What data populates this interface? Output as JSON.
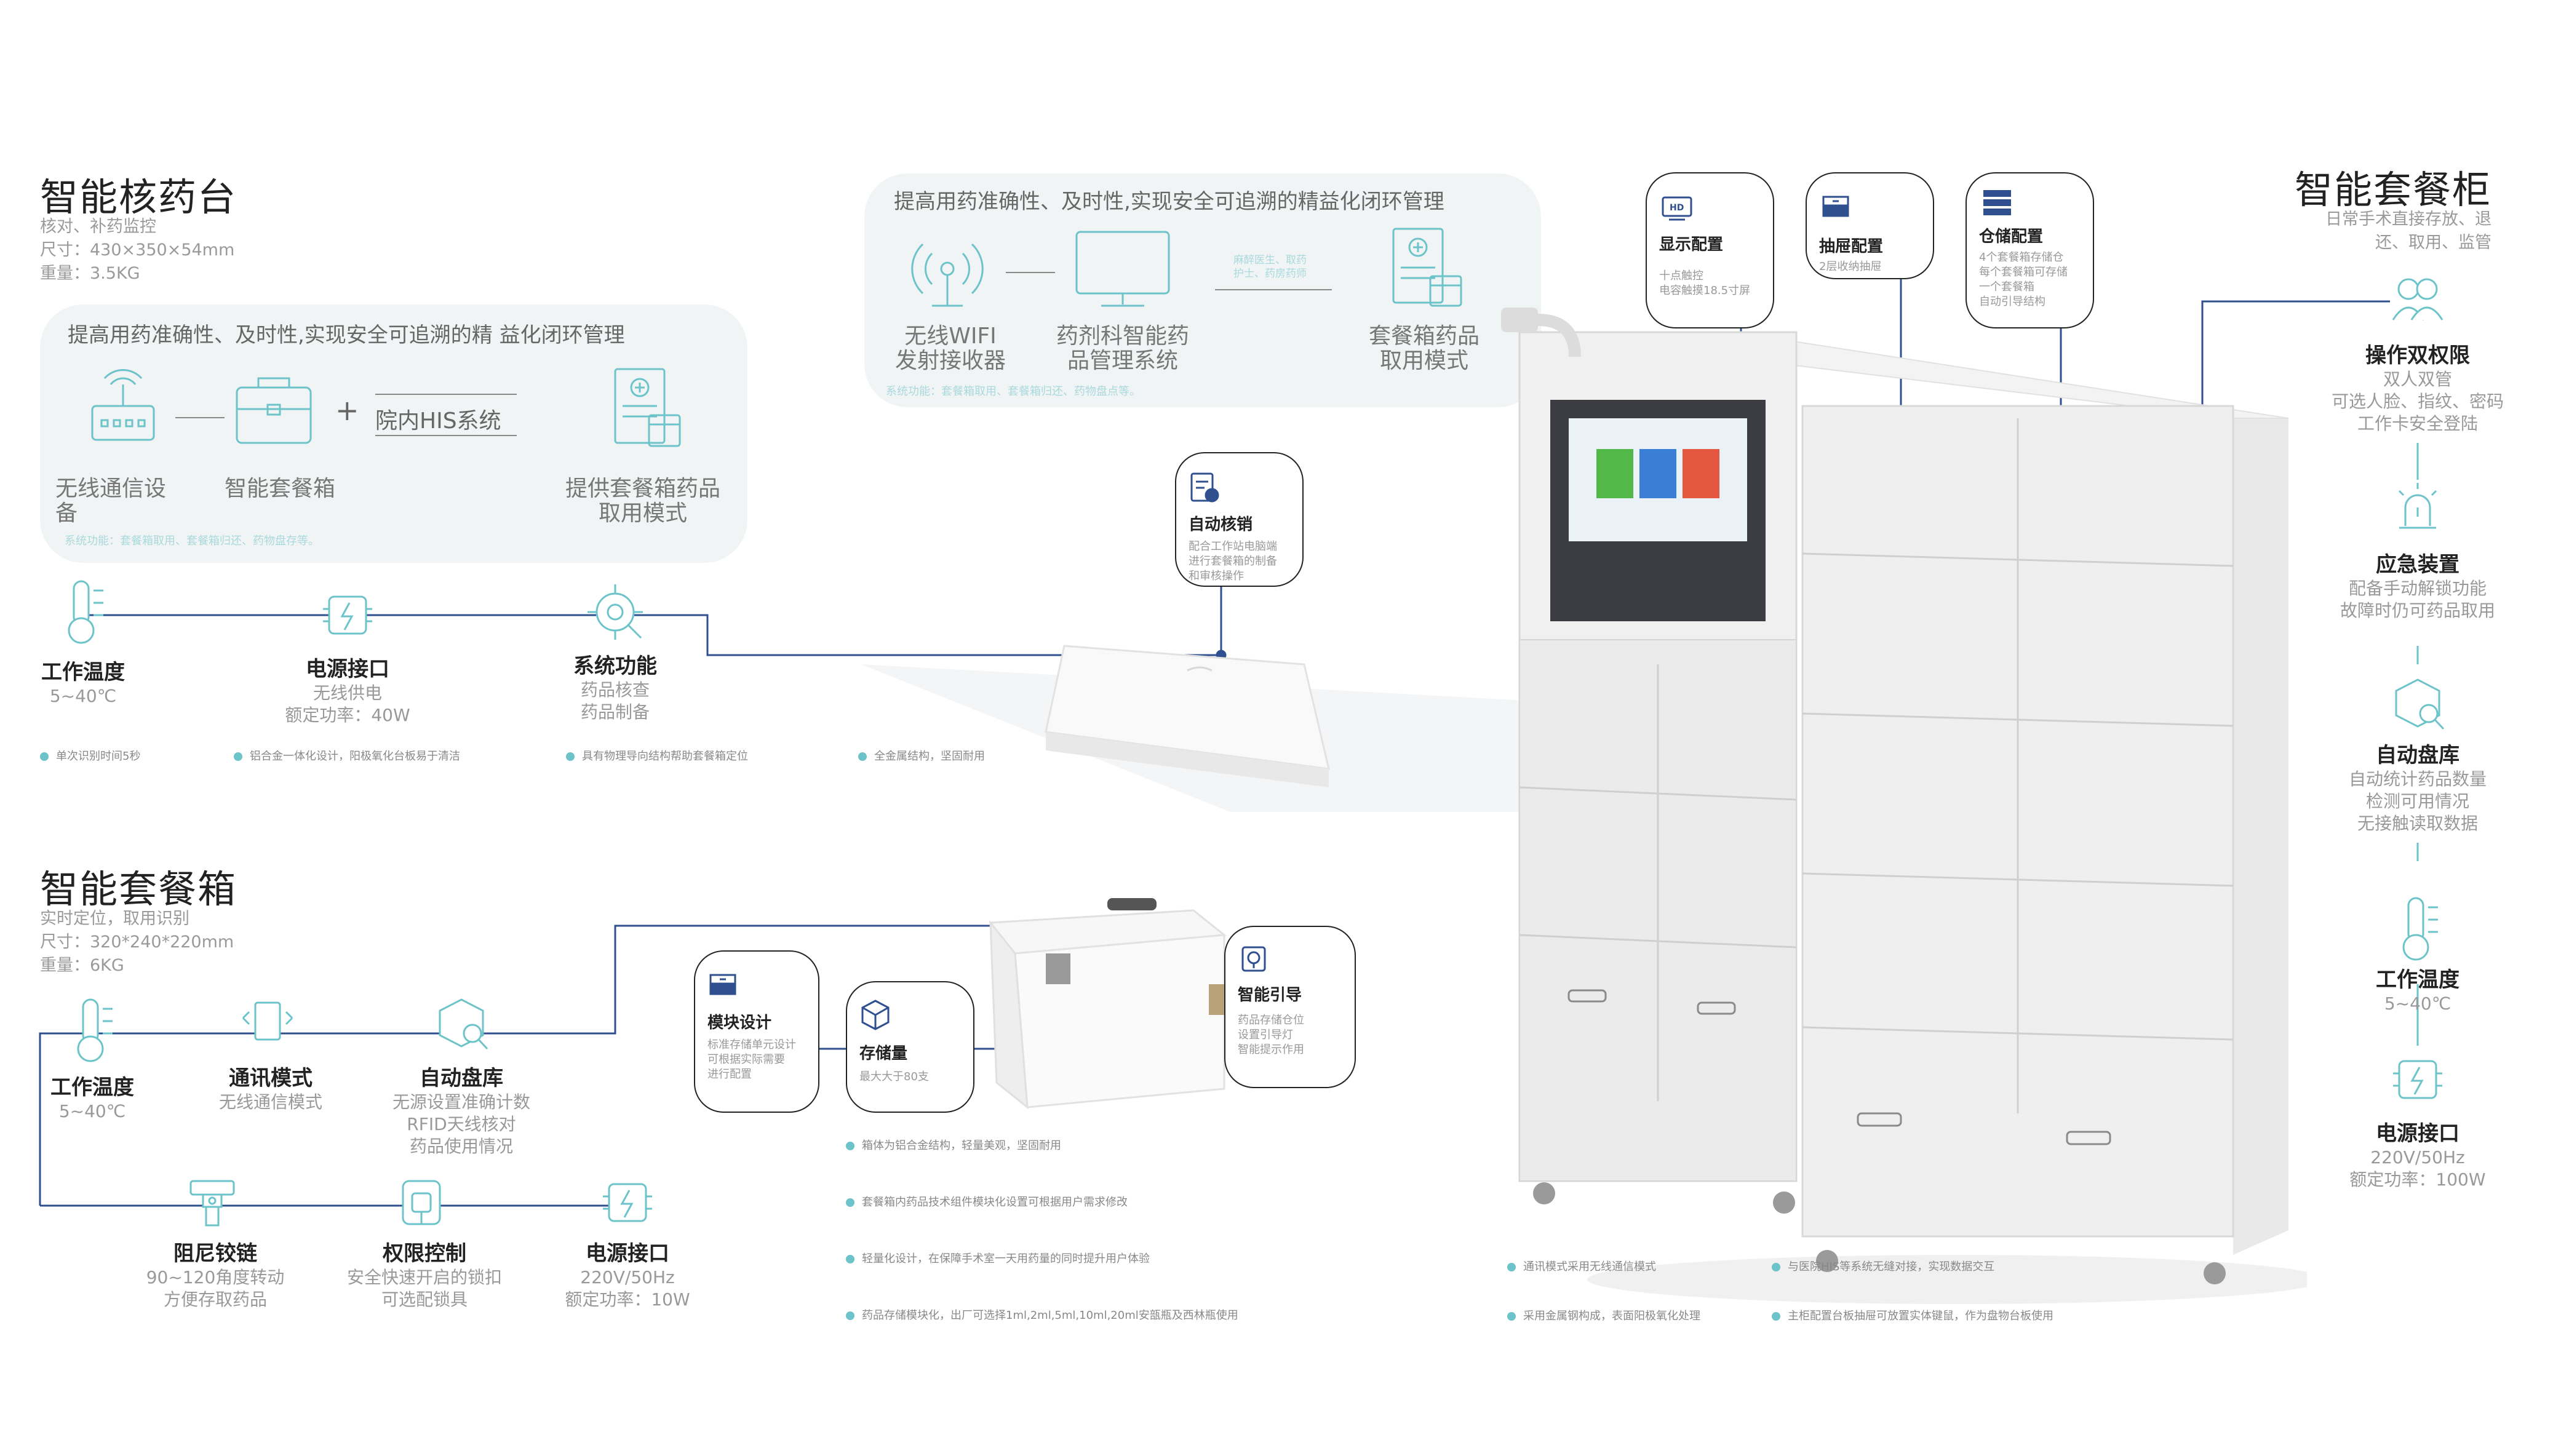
{
  "colors": {
    "accent": "#6cc3c9",
    "line": "#2f4f8f",
    "panel": "#f1f4f5",
    "title": "#222222",
    "muted": "#9a9a9a"
  },
  "desk": {
    "title": "智能核药台",
    "meta": [
      "核对、补药监控",
      "尺寸：430×350×54mm",
      "重量：3.5KG"
    ],
    "panel": {
      "title": "提高用药准确性、及时性,实现安全可追溯的精  益化闭环管理",
      "item1": "无线通信设备",
      "item2": "智能套餐箱",
      "plus": "+",
      "his": "院内HIS系统",
      "item3": "提供套餐箱药品取用模式",
      "small": "系统功能：套餐箱取用、套餐箱归还、药物盘存等。"
    },
    "features": [
      {
        "name": "工作温度",
        "desc": "5~40℃"
      },
      {
        "name": "电源接口",
        "desc": "无线供电\n额定功率：40W"
      },
      {
        "name": "系统功能",
        "desc": "药品核查\n药品制备"
      }
    ],
    "notes": [
      "单次识别时间5秒",
      "铝合金一体化设计，阳极氧化台板易于清洁",
      "具有物理导向结构帮助套餐箱定位",
      "全金属结构，坚固耐用"
    ],
    "callout": {
      "name": "自动核销",
      "desc": "配合工作站电脑端\n进行套餐箱的制备\n和审核操作"
    }
  },
  "top_panel": {
    "title": "提高用药准确性、及时性,实现安全可追溯的精益化闭环管理",
    "item1": "无线WIFI\n发射接收器",
    "item2": "药剂科智能药\n品管理系统",
    "item3": "套餐箱药品\n取用模式",
    "arrow_text": "麻醉医生、取药\n护士、药房药师",
    "small": "系统功能：套餐箱取用、套餐箱归还、药物盘点等。"
  },
  "box": {
    "title": "智能套餐箱",
    "meta": [
      "实时定位，取用识别",
      "尺寸：320*240*220mm",
      "重量：6KG"
    ],
    "features": [
      {
        "name": "工作温度",
        "desc": "5~40℃"
      },
      {
        "name": "通讯模式",
        "desc": "无线通信模式"
      },
      {
        "name": "自动盘库",
        "desc": "无源设置准确计数\nRFID天线核对\n药品使用情况"
      },
      {
        "name": "阻尼铰链",
        "desc": "90~120角度转动\n方便存取药品"
      },
      {
        "name": "权限控制",
        "desc": "安全快速开启的锁扣\n可选配锁具"
      },
      {
        "name": "电源接口",
        "desc": "220V/50Hz\n额定功率：10W"
      }
    ],
    "callouts": [
      {
        "name": "模块设计",
        "desc": "标准存储单元设计\n可根据实际需要\n进行配置"
      },
      {
        "name": "存储量",
        "desc": "最大大于80支"
      },
      {
        "name": "智能引导",
        "desc": "药品存储仓位\n设置引导灯\n智能提示作用"
      }
    ],
    "notes": [
      "箱体为铝合金结构，轻量美观，坚固耐用",
      "套餐箱内药品技术组件模块化设置可根据用户需求修改",
      "轻量化设计，在保障手术室一天用药量的同时提升用户体验",
      "药品存储模块化，出厂可选择1ml,2ml,5ml,10ml,20ml安瓿瓶及西林瓶使用"
    ]
  },
  "cabinet": {
    "title": "智能套餐柜",
    "meta": [
      "日常手术直接存放、退",
      "还、取用、监管"
    ],
    "callouts": [
      {
        "name": "显示配置",
        "desc": "十点触控\n电容触摸18.5寸屏"
      },
      {
        "name": "抽屉配置",
        "desc": "2层收纳抽屉"
      },
      {
        "name": "仓储配置",
        "desc": "4个套餐箱存储仓\n每个套餐箱可存储\n一个套餐箱\n自动引导结构"
      }
    ],
    "features": [
      {
        "name": "操作双权限",
        "desc": "双人双管\n可选人脸、指纹、密码\n工作卡安全登陆"
      },
      {
        "name": "应急装置",
        "desc": "配备手动解锁功能\n故障时仍可药品取用"
      },
      {
        "name": "自动盘库",
        "desc": "自动统计药品数量\n检测可用情况\n无接触读取数据"
      },
      {
        "name": "工作温度",
        "desc": "5~40℃"
      },
      {
        "name": "电源接口",
        "desc": "220V/50Hz\n额定功率：100W"
      }
    ],
    "notes": [
      "通讯模式采用无线通信模式",
      "与医院HIS等系统无缝对接，实现数据交互",
      "采用金属钢构成，表面阳极氧化处理",
      "主柜配置台板抽屉可放置实体键鼠，作为盘物台板使用"
    ]
  }
}
